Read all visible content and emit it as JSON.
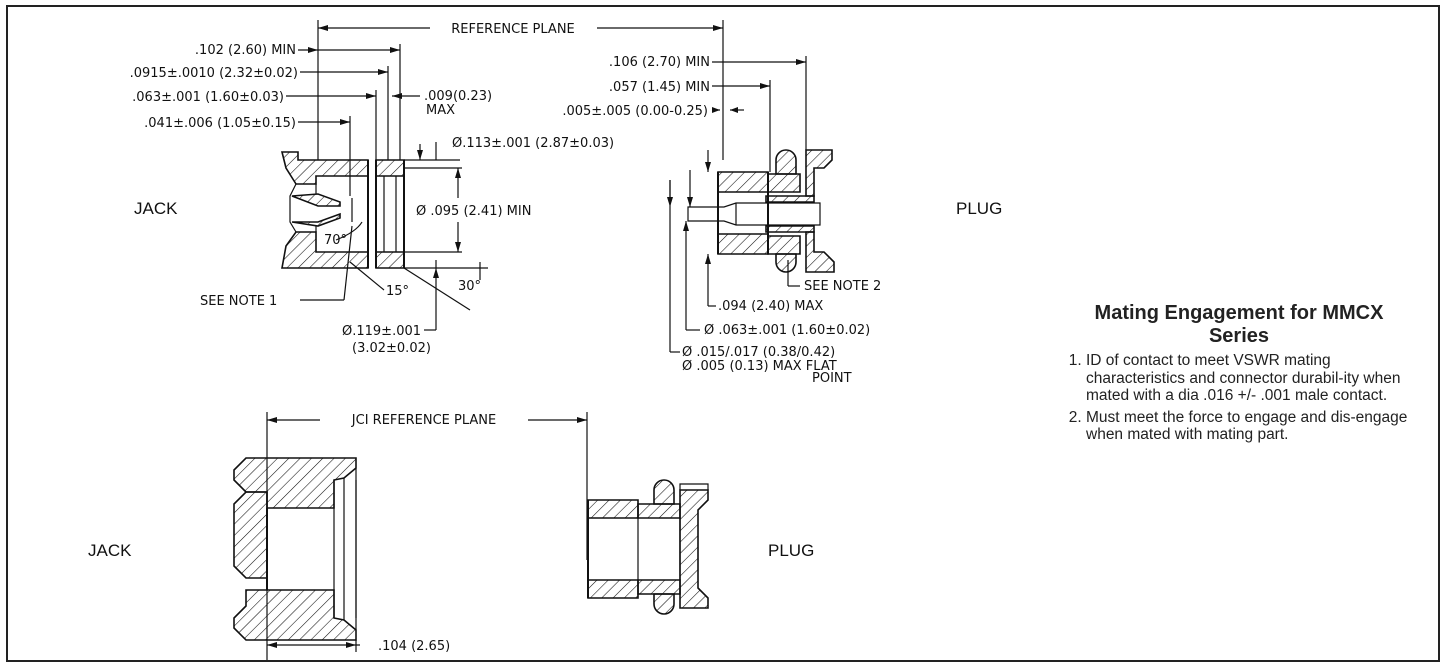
{
  "notes": {
    "title": "Mating Engagement for MMCX Series",
    "items": [
      "ID of contact to meet VSWR mating characteristics and connector durabil-ity when mated with a dia .016 +/- .001 male contact.",
      "Must meet the force to engage and dis-engage when mated with mating part."
    ]
  },
  "top": {
    "reference_plane": "REFERENCE PLANE",
    "jack_label": "JACK",
    "plug_label": "PLUG",
    "jack_dims": {
      "d1": ".102 (2.60) MIN",
      "d2": ".0915±.0010 (2.32±0.02)",
      "d3": ".063±.001 (1.60±0.03)",
      "d4": ".041±.006 (1.05±0.15)",
      "d5": ".009(0.23)",
      "d5_sub": "MAX",
      "d6": "Ø.113±.001 (2.87±0.03)",
      "d7": "Ø .095 (2.41) MIN",
      "angle70": "70°",
      "angle15": "15°",
      "angle30": "30°",
      "see_note1": "SEE NOTE 1",
      "d8": "Ø.119±.001",
      "d8_sub": "(3.02±0.02)"
    },
    "plug_dims": {
      "p1": ".106 (2.70) MIN",
      "p2": ".057 (1.45) MIN",
      "p3": ".005±.005 (0.00-0.25)",
      "see_note2": "SEE NOTE 2",
      "p4": ".094 (2.40) MAX",
      "p5": "Ø .063±.001 (1.60±0.02)",
      "p6": "Ø .015/.017 (0.38/0.42)",
      "p7": "Ø .005 (0.13) MAX FLAT",
      "p7_sub": "POINT"
    }
  },
  "bottom": {
    "reference_plane": "JCI REFERENCE PLANE",
    "jack_label": "JACK",
    "plug_label": "PLUG",
    "dim": ".104 (2.65)"
  }
}
